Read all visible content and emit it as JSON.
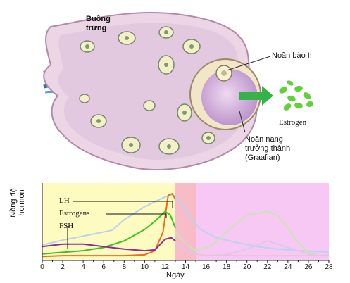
{
  "illustration": {
    "ovary_label": "Buồng trứng",
    "oocyte_label": "Noãn bào II",
    "estrogen_label": "Estrogen",
    "follicle_label_line1": "Noãn nang",
    "follicle_label_line2": "trưởng thành",
    "follicle_label_line3": "(Graafian)"
  },
  "chart_data": {
    "type": "line",
    "xlabel": "Ngày",
    "ylabel_lines": [
      "Nồng độ",
      "hormon"
    ],
    "xlim": [
      0,
      28
    ],
    "x_ticks": [
      "0",
      "2",
      "4",
      "6",
      "8",
      "10",
      "12",
      "14",
      "16",
      "18",
      "20",
      "22",
      "24",
      "26",
      "28"
    ],
    "phase_colors": {
      "follicular": "#fdfbc0",
      "ovulation": "#f8bcc8",
      "luteal": "#f7c8f4"
    },
    "phases": [
      {
        "from": 0,
        "to": 13
      },
      {
        "from": 13,
        "to": 15
      },
      {
        "from": 15,
        "to": 28
      }
    ],
    "series": [
      {
        "name": "LH",
        "color": "#f26a1b",
        "x": [
          0,
          2,
          4,
          6,
          8,
          10,
          11,
          11.8,
          12.3,
          12.7,
          13
        ],
        "y": [
          0.05,
          0.06,
          0.06,
          0.06,
          0.06,
          0.07,
          0.12,
          0.35,
          0.8,
          0.82,
          0.75
        ]
      },
      {
        "name": "Estrogens",
        "color": "#3cc21e",
        "x": [
          0,
          2,
          4,
          6,
          8,
          10,
          11,
          12,
          12.5,
          13
        ],
        "y": [
          0.08,
          0.1,
          0.12,
          0.16,
          0.24,
          0.38,
          0.48,
          0.6,
          0.56,
          0.4
        ]
      },
      {
        "name": "FSH",
        "color": "#8c2a96",
        "x": [
          0,
          2,
          4,
          6,
          8,
          10,
          11,
          12,
          12.6,
          13
        ],
        "y": [
          0.17,
          0.2,
          0.2,
          0.17,
          0.14,
          0.12,
          0.13,
          0.26,
          0.28,
          0.24
        ]
      }
    ],
    "faded_series": [
      {
        "color": "#b9d3ef",
        "x": [
          0,
          2,
          4,
          6,
          6.8,
          8,
          10,
          12,
          12.6,
          13,
          13.5,
          14.5,
          15.5,
          17,
          19,
          21,
          23,
          25,
          27,
          28
        ],
        "y": [
          0.19,
          0.25,
          0.3,
          0.35,
          0.37,
          0.5,
          0.66,
          0.78,
          0.8,
          0.79,
          0.72,
          0.52,
          0.38,
          0.28,
          0.22,
          0.17,
          0.14,
          0.12,
          0.11,
          0.1
        ]
      },
      {
        "color": "#c8e5b0",
        "x": [
          13,
          14,
          15,
          16.5,
          18,
          20,
          22,
          23,
          24,
          25,
          26,
          27,
          28
        ],
        "y": [
          0.35,
          0.2,
          0.12,
          0.18,
          0.35,
          0.56,
          0.6,
          0.55,
          0.4,
          0.22,
          0.1,
          0.06,
          0.06
        ]
      },
      {
        "color": "#dcc8e6",
        "x": [
          13,
          14,
          15,
          16,
          18,
          20,
          22,
          24,
          26,
          27,
          28
        ],
        "y": [
          0.22,
          0.12,
          0.08,
          0.06,
          0.07,
          0.14,
          0.24,
          0.16,
          0.08,
          0.06,
          0.07
        ]
      },
      {
        "color": "#e8c4d4",
        "x": [
          13,
          14,
          15,
          16,
          18,
          20,
          22,
          24,
          26,
          28
        ],
        "y": [
          0.5,
          0.2,
          0.08,
          0.06,
          0.06,
          0.06,
          0.06,
          0.06,
          0.06,
          0.06
        ]
      }
    ],
    "ymax": 0.95
  }
}
